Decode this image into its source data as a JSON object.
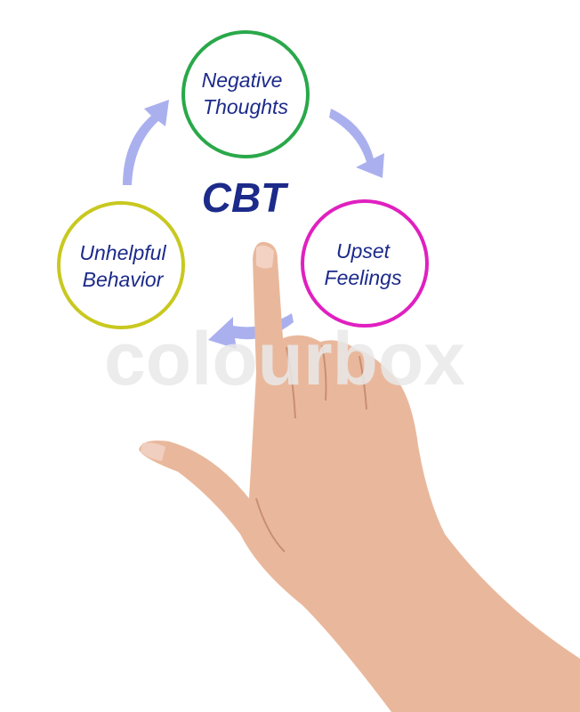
{
  "title": "CBT",
  "nodes": [
    {
      "line1": "Negative",
      "line2": "Thoughts",
      "color": "#2aa84a"
    },
    {
      "line1": "Upset",
      "line2": "Feelings",
      "color": "#e020c0"
    },
    {
      "line1": "Unhelpful",
      "line2": "Behavior",
      "color": "#c8c820"
    }
  ],
  "arrow_color": "#aab0ee",
  "watermark": "colourbox"
}
